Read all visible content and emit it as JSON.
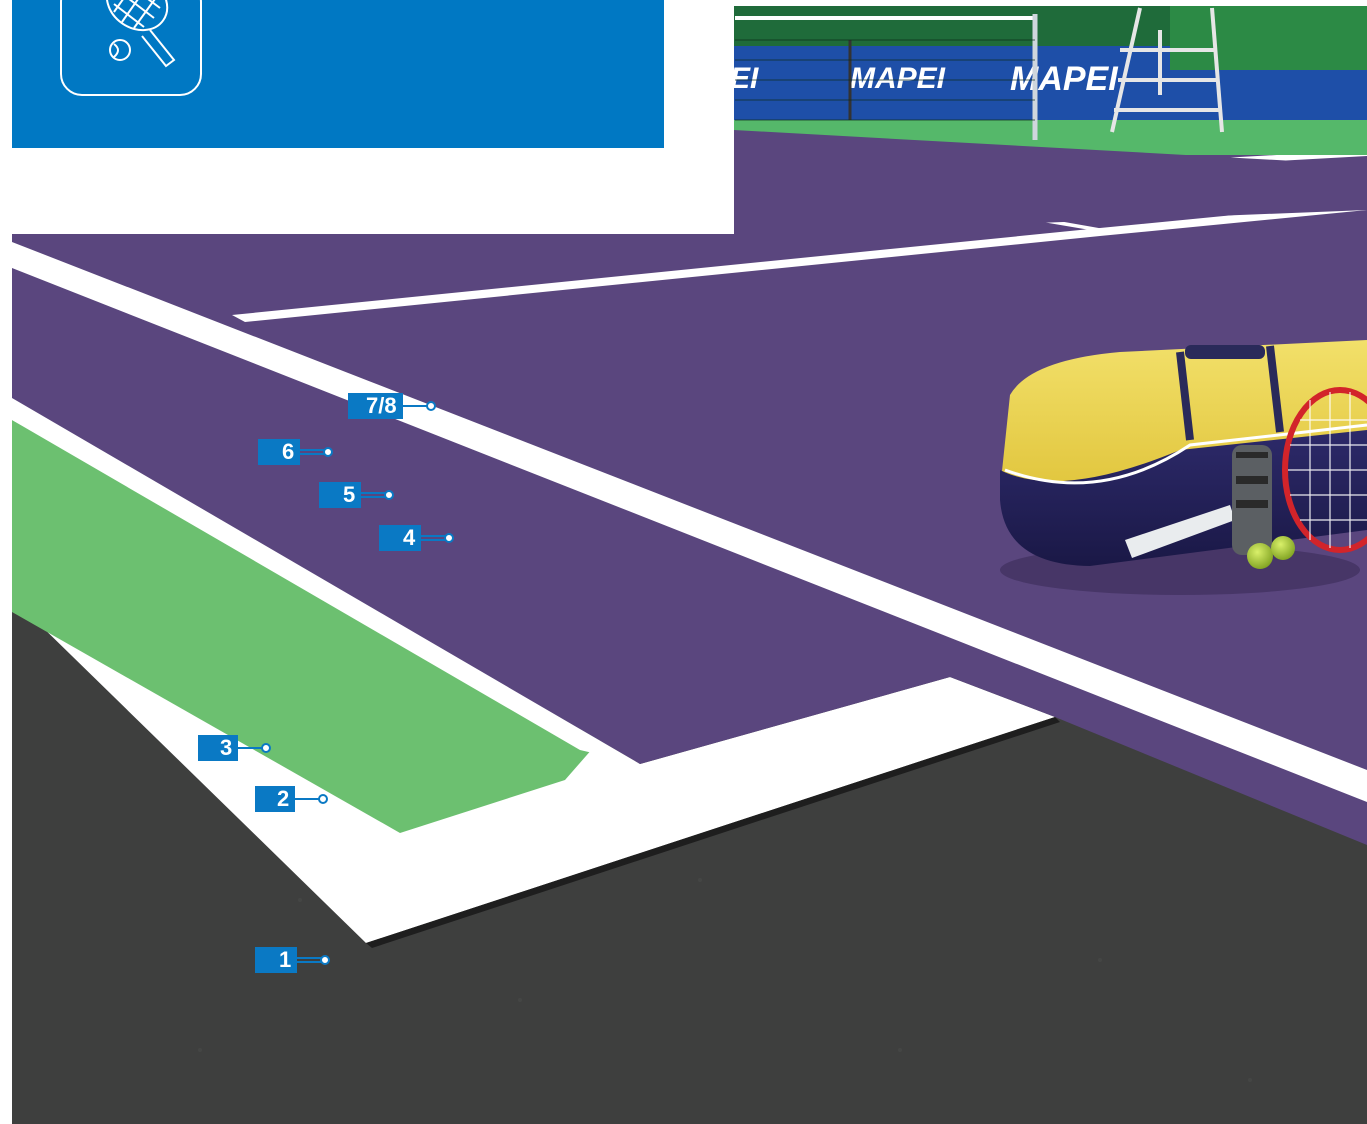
{
  "colors": {
    "brand_blue": "#0078c3",
    "court_purple": "#5a467e",
    "court_green": "#6cc070",
    "asphalt": "#3e3f3e",
    "line_white": "#ffffff"
  },
  "panel": {
    "icon": "tennis-racket-ball-icon"
  },
  "banner": {
    "brand": "MAPEI",
    "brand_fragment": "EI"
  },
  "markers": [
    {
      "id": "m78",
      "label": "7/8"
    },
    {
      "id": "m6",
      "label": "6"
    },
    {
      "id": "m5",
      "label": "5"
    },
    {
      "id": "m4",
      "label": "4"
    },
    {
      "id": "m3",
      "label": "3"
    },
    {
      "id": "m2",
      "label": "2"
    },
    {
      "id": "m1",
      "label": "1"
    }
  ]
}
